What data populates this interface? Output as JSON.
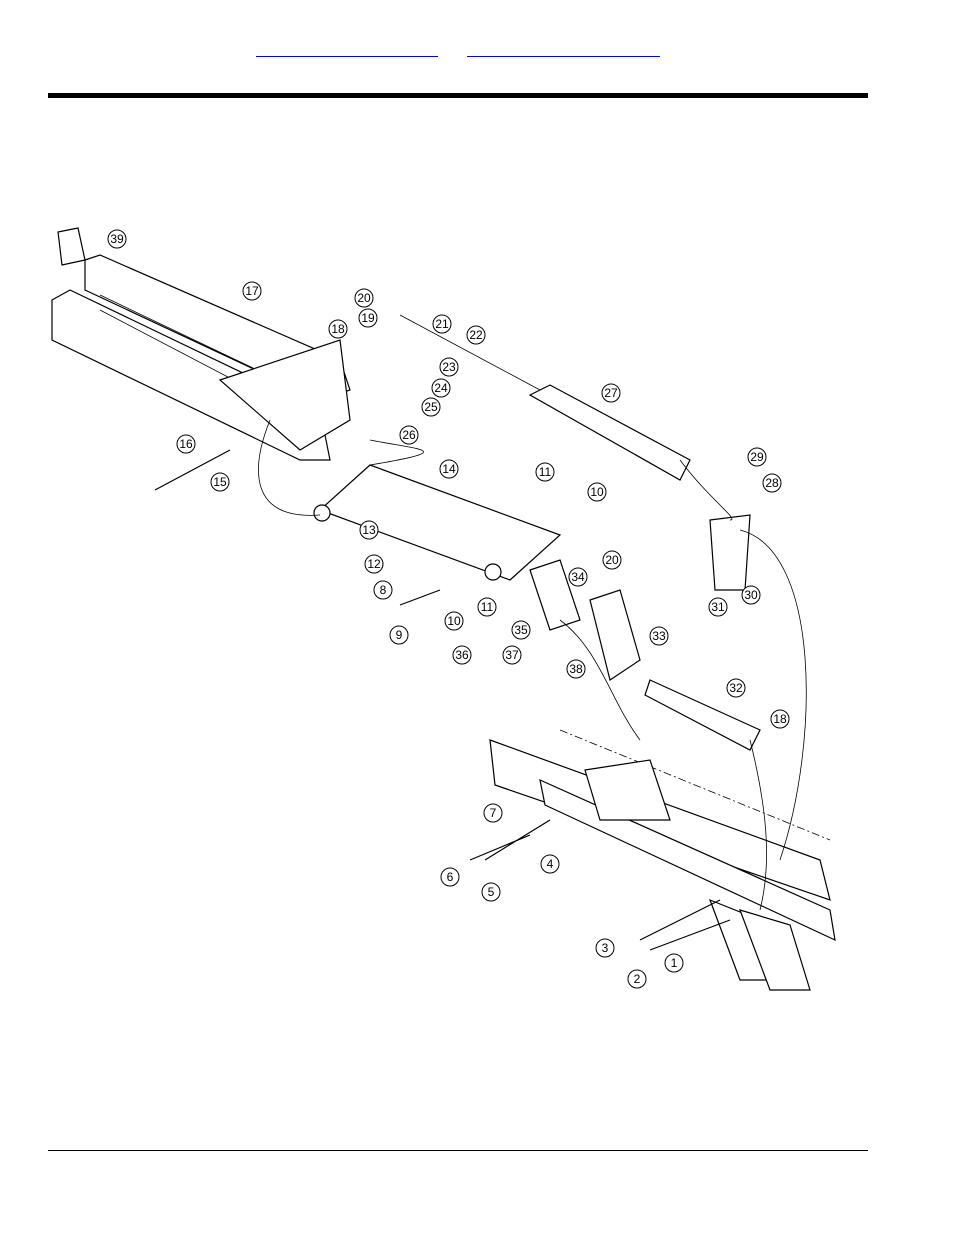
{
  "header": {
    "link_left": "",
    "link_right": ""
  },
  "callouts": [
    {
      "n": "39"
    },
    {
      "n": "17"
    },
    {
      "n": "20"
    },
    {
      "n": "19"
    },
    {
      "n": "21"
    },
    {
      "n": "22"
    },
    {
      "n": "18"
    },
    {
      "n": "23"
    },
    {
      "n": "24"
    },
    {
      "n": "25"
    },
    {
      "n": "26"
    },
    {
      "n": "27"
    },
    {
      "n": "16"
    },
    {
      "n": "15"
    },
    {
      "n": "14"
    },
    {
      "n": "11"
    },
    {
      "n": "10"
    },
    {
      "n": "29"
    },
    {
      "n": "28"
    },
    {
      "n": "13"
    },
    {
      "n": "12"
    },
    {
      "n": "34"
    },
    {
      "n": "20"
    },
    {
      "n": "8"
    },
    {
      "n": "10"
    },
    {
      "n": "11"
    },
    {
      "n": "9"
    },
    {
      "n": "31"
    },
    {
      "n": "30"
    },
    {
      "n": "35"
    },
    {
      "n": "33"
    },
    {
      "n": "36"
    },
    {
      "n": "37"
    },
    {
      "n": "38"
    },
    {
      "n": "32"
    },
    {
      "n": "18"
    },
    {
      "n": "7"
    },
    {
      "n": "4"
    },
    {
      "n": "6"
    },
    {
      "n": "5"
    },
    {
      "n": "3"
    },
    {
      "n": "2"
    },
    {
      "n": "1"
    }
  ]
}
